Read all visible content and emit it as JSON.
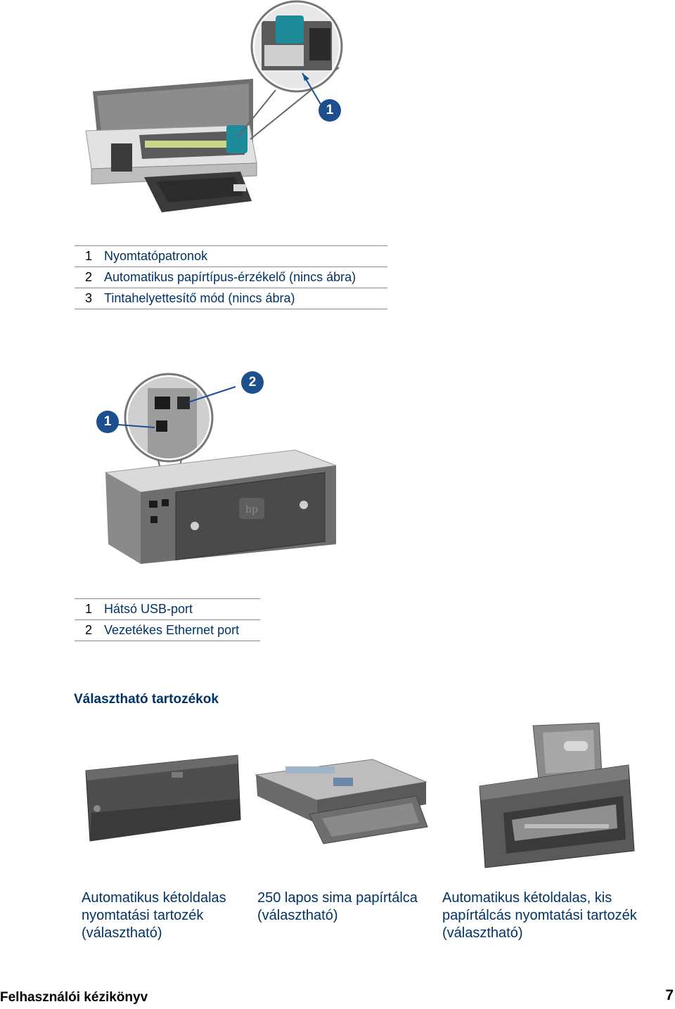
{
  "figure1": {
    "callouts": [
      "1"
    ]
  },
  "legend1": [
    {
      "num": "1",
      "text": "Nyomtatópatronok"
    },
    {
      "num": "2",
      "text": "Automatikus papírtípus-érzékelő (nincs ábra)"
    },
    {
      "num": "3",
      "text": "Tintahelyettesítő mód (nincs ábra)"
    }
  ],
  "figure2": {
    "callouts": [
      "1",
      "2"
    ]
  },
  "legend2": [
    {
      "num": "1",
      "text": "Hátsó USB-port"
    },
    {
      "num": "2",
      "text": "Vezetékes Ethernet port"
    }
  ],
  "section": {
    "heading": "Választható tartozékok"
  },
  "accessories": [
    {
      "caption": "Automatikus kétoldalas nyomtatási tartozék (választható)"
    },
    {
      "caption": "250 lapos sima papírtálca (választható)"
    },
    {
      "caption": "Automatikus kétoldalas, kis papírtálcás nyomtatási tartozék (választható)"
    }
  ],
  "footer": {
    "title": "Felhasználói kézikönyv",
    "page": "7"
  },
  "colors": {
    "accent": "#003366",
    "callout": "#1d4f8f",
    "printer_body": "#d6d6d6",
    "printer_dark": "#4a4a4a",
    "teal_cartridge": "#1f8a9a"
  }
}
